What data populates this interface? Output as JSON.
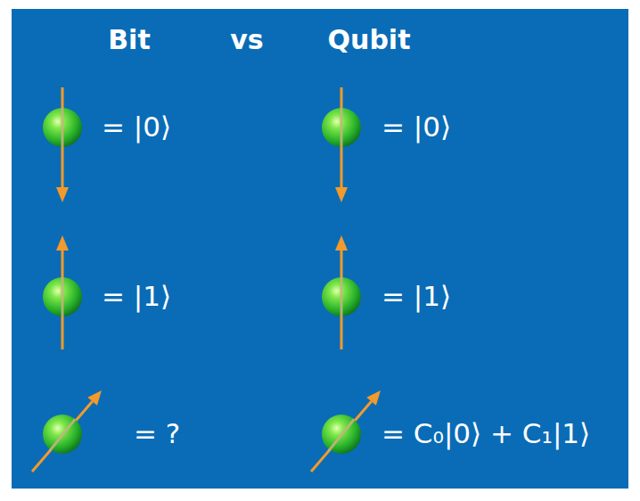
{
  "diagram": {
    "labels": [
      "Bit",
      "vs",
      "Qubit",
      "= |0⟩",
      "= |1⟩",
      "= ?",
      "= |0⟩",
      "= |1⟩",
      "= C₀|0⟩ + C₁|1⟩"
    ]
  }
}
